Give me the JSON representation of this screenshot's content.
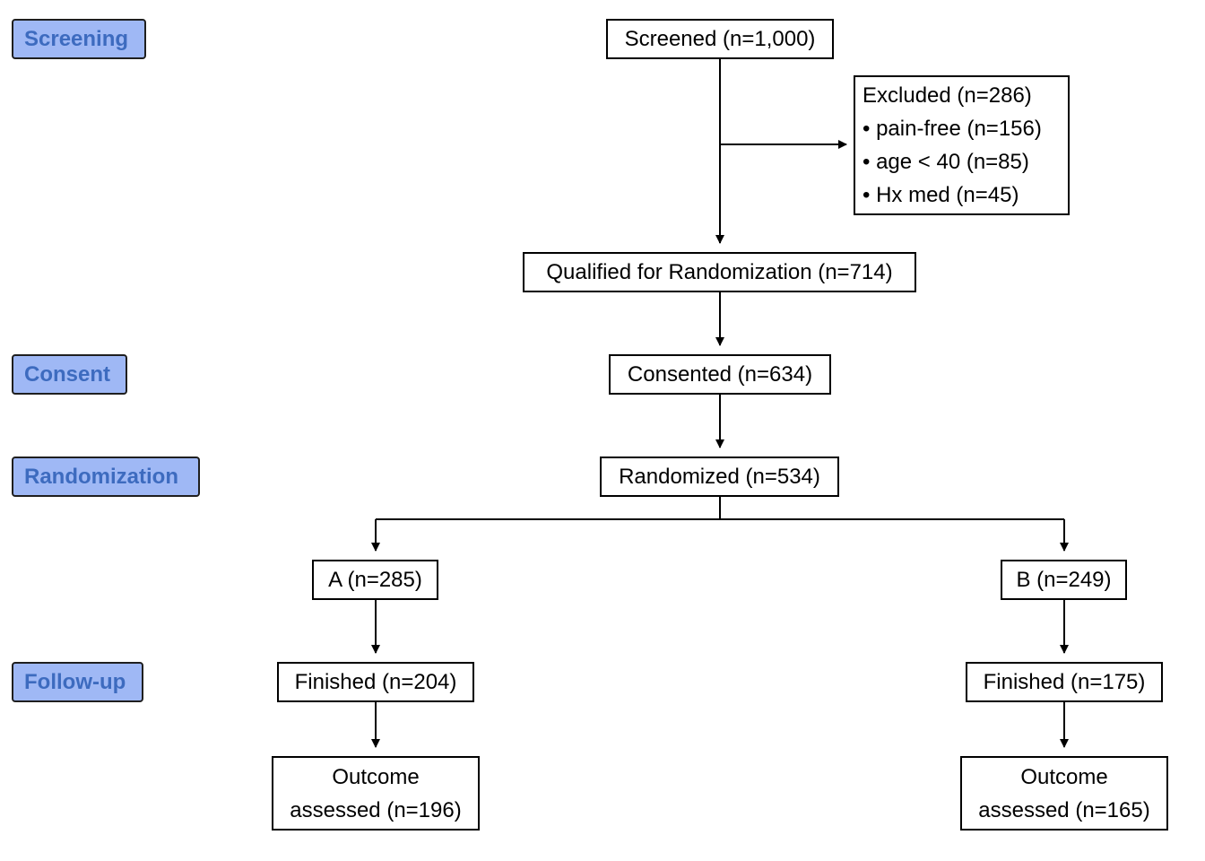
{
  "stages": {
    "screening": "Screening",
    "consent": "Consent",
    "randomization": "Randomization",
    "followup": "Follow-up"
  },
  "nodes": {
    "screened": "Screened (n=1,000)",
    "excluded": {
      "title": "Excluded (n=286)",
      "items": [
        "• pain-free (n=156)",
        "• age < 40 (n=85)",
        "• Hx med (n=45)"
      ]
    },
    "qualified": "Qualified for Randomization (n=714)",
    "consented": "Consented (n=634)",
    "randomized": "Randomized (n=534)",
    "arm_a": "A (n=285)",
    "arm_b": "B (n=249)",
    "finished_a": "Finished (n=204)",
    "finished_b": "Finished (n=175)",
    "outcome_a": [
      "Outcome",
      "assessed (n=196)"
    ],
    "outcome_b": [
      "Outcome",
      "assessed (n=165)"
    ]
  },
  "colors": {
    "stage_fill": "#9fb8f5",
    "stage_text": "#3d6bbf",
    "line": "#000000"
  }
}
